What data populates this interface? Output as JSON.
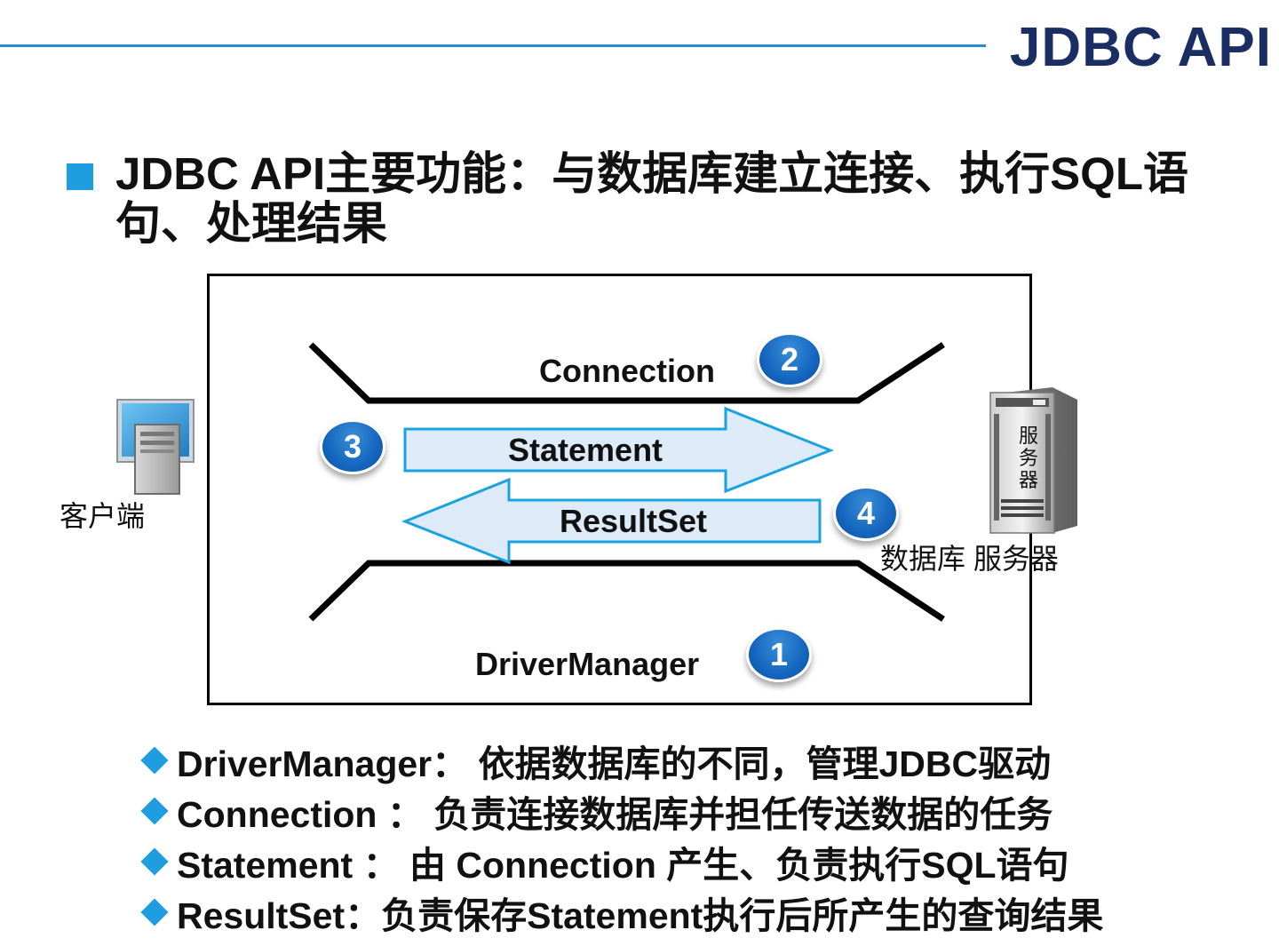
{
  "header": {
    "title": "JDBC API"
  },
  "main_point": {
    "text": "JDBC API主要功能：与数据库建立连接、执行SQL语句、处理结果"
  },
  "diagram": {
    "connection_label": "Connection",
    "statement_label": "Statement",
    "resultset_label": "ResultSet",
    "drivermanager_label": "DriverManager",
    "badges": {
      "connection": "2",
      "statement": "3",
      "resultset": "4",
      "drivermanager": "1"
    },
    "client_caption": "客户端",
    "server_caption": "数据库 服务器",
    "server_box_label": "服务器",
    "icons": {
      "client": "desktop-computer-icon",
      "server": "server-tower-icon"
    },
    "colors": {
      "arrow_fill": "#dcebf7",
      "arrow_stroke": "#1aa3e0",
      "badge": "#1566bf"
    }
  },
  "definitions": [
    {
      "text": "DriverManager： 依据数据库的不同，管理JDBC驱动"
    },
    {
      "text": "Connection ： 负责连接数据库并担任传送数据的任务"
    },
    {
      "text": "Statement ： 由 Connection 产生、负责执行SQL语句"
    },
    {
      "text": "ResultSet：负责保存Statement执行后所产生的查询结果"
    }
  ],
  "colors": {
    "accent": "#1e9de0",
    "title": "#1b2e64"
  }
}
